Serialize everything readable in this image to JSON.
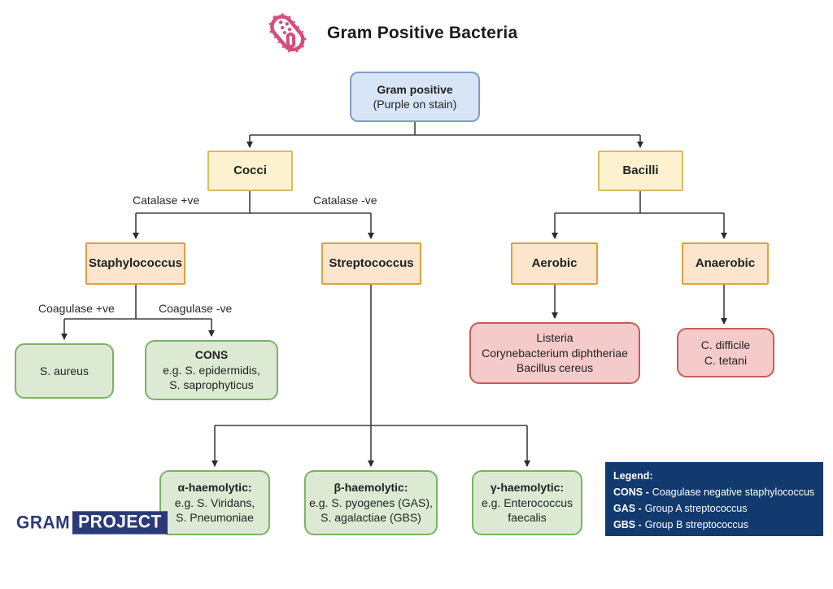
{
  "title": {
    "text": "Gram Positive Bacteria",
    "icon": "bacteria-icon"
  },
  "nodes": {
    "gram_positive": {
      "title": "Gram positive",
      "subtitle": "(Purple on stain)"
    },
    "cocci": {
      "label": "Cocci"
    },
    "bacilli": {
      "label": "Bacilli"
    },
    "staphylococcus": {
      "label": "Staphylococcus"
    },
    "streptococcus": {
      "label": "Streptococcus"
    },
    "aerobic": {
      "label": "Aerobic"
    },
    "anaerobic": {
      "label": "Anaerobic"
    },
    "s_aureus": {
      "line1": "S. aureus"
    },
    "cons": {
      "title": "CONS",
      "line1": "e.g. S. epidermidis,",
      "line2": "S. saprophyticus"
    },
    "aerobic_examples": {
      "line1": "Listeria",
      "line2": "Corynebacterium diphtheriae",
      "line3": "Bacillus cereus"
    },
    "anaerobic_examples": {
      "line1": "C. difficile",
      "line2": "C. tetani"
    },
    "alpha_haemolytic": {
      "title": "α-haemolytic:",
      "line1": "e.g. S. Viridans,",
      "line2": "S. Pneumoniae"
    },
    "beta_haemolytic": {
      "title": "β-haemolytic:",
      "line1": "e.g. S. pyogenes (GAS),",
      "line2": "S. agalactiae (GBS)"
    },
    "gamma_haemolytic": {
      "title": "γ-haemolytic:",
      "line1": "e.g. Enterococcus",
      "line2": "faecalis"
    }
  },
  "edge_labels": {
    "catalase_pos": "Catalase +ve",
    "catalase_neg": "Catalase -ve",
    "coagulase_pos": "Coagulase +ve",
    "coagulase_neg": "Coagulase -ve"
  },
  "legend": {
    "title": "Legend:",
    "entries": [
      {
        "term": "CONS -",
        "desc": "Coagulase negative staphylococcus"
      },
      {
        "term": "GAS -",
        "desc": "Group A streptococcus"
      },
      {
        "term": "GBS -",
        "desc": "Group B streptococcus"
      }
    ]
  },
  "logo": {
    "part1": "GRAM",
    "part2": "PROJECT"
  },
  "colors": {
    "blue_fill": "#d8e5f7",
    "blue_border": "#7d9ecc",
    "yellow_fill": "#fdf2cf",
    "yellow_border": "#d9bc5f",
    "orange_fill": "#fbe5cd",
    "orange_border": "#e0a03d",
    "green_fill": "#dcead3",
    "green_border": "#7cb165",
    "red_fill": "#f5caca",
    "red_border": "#c75d58",
    "legend_navy": "#123a6e",
    "logo_navy": "#2c3a7a",
    "icon_pink": "#d44d7b",
    "connector": "#3f3f3f"
  }
}
